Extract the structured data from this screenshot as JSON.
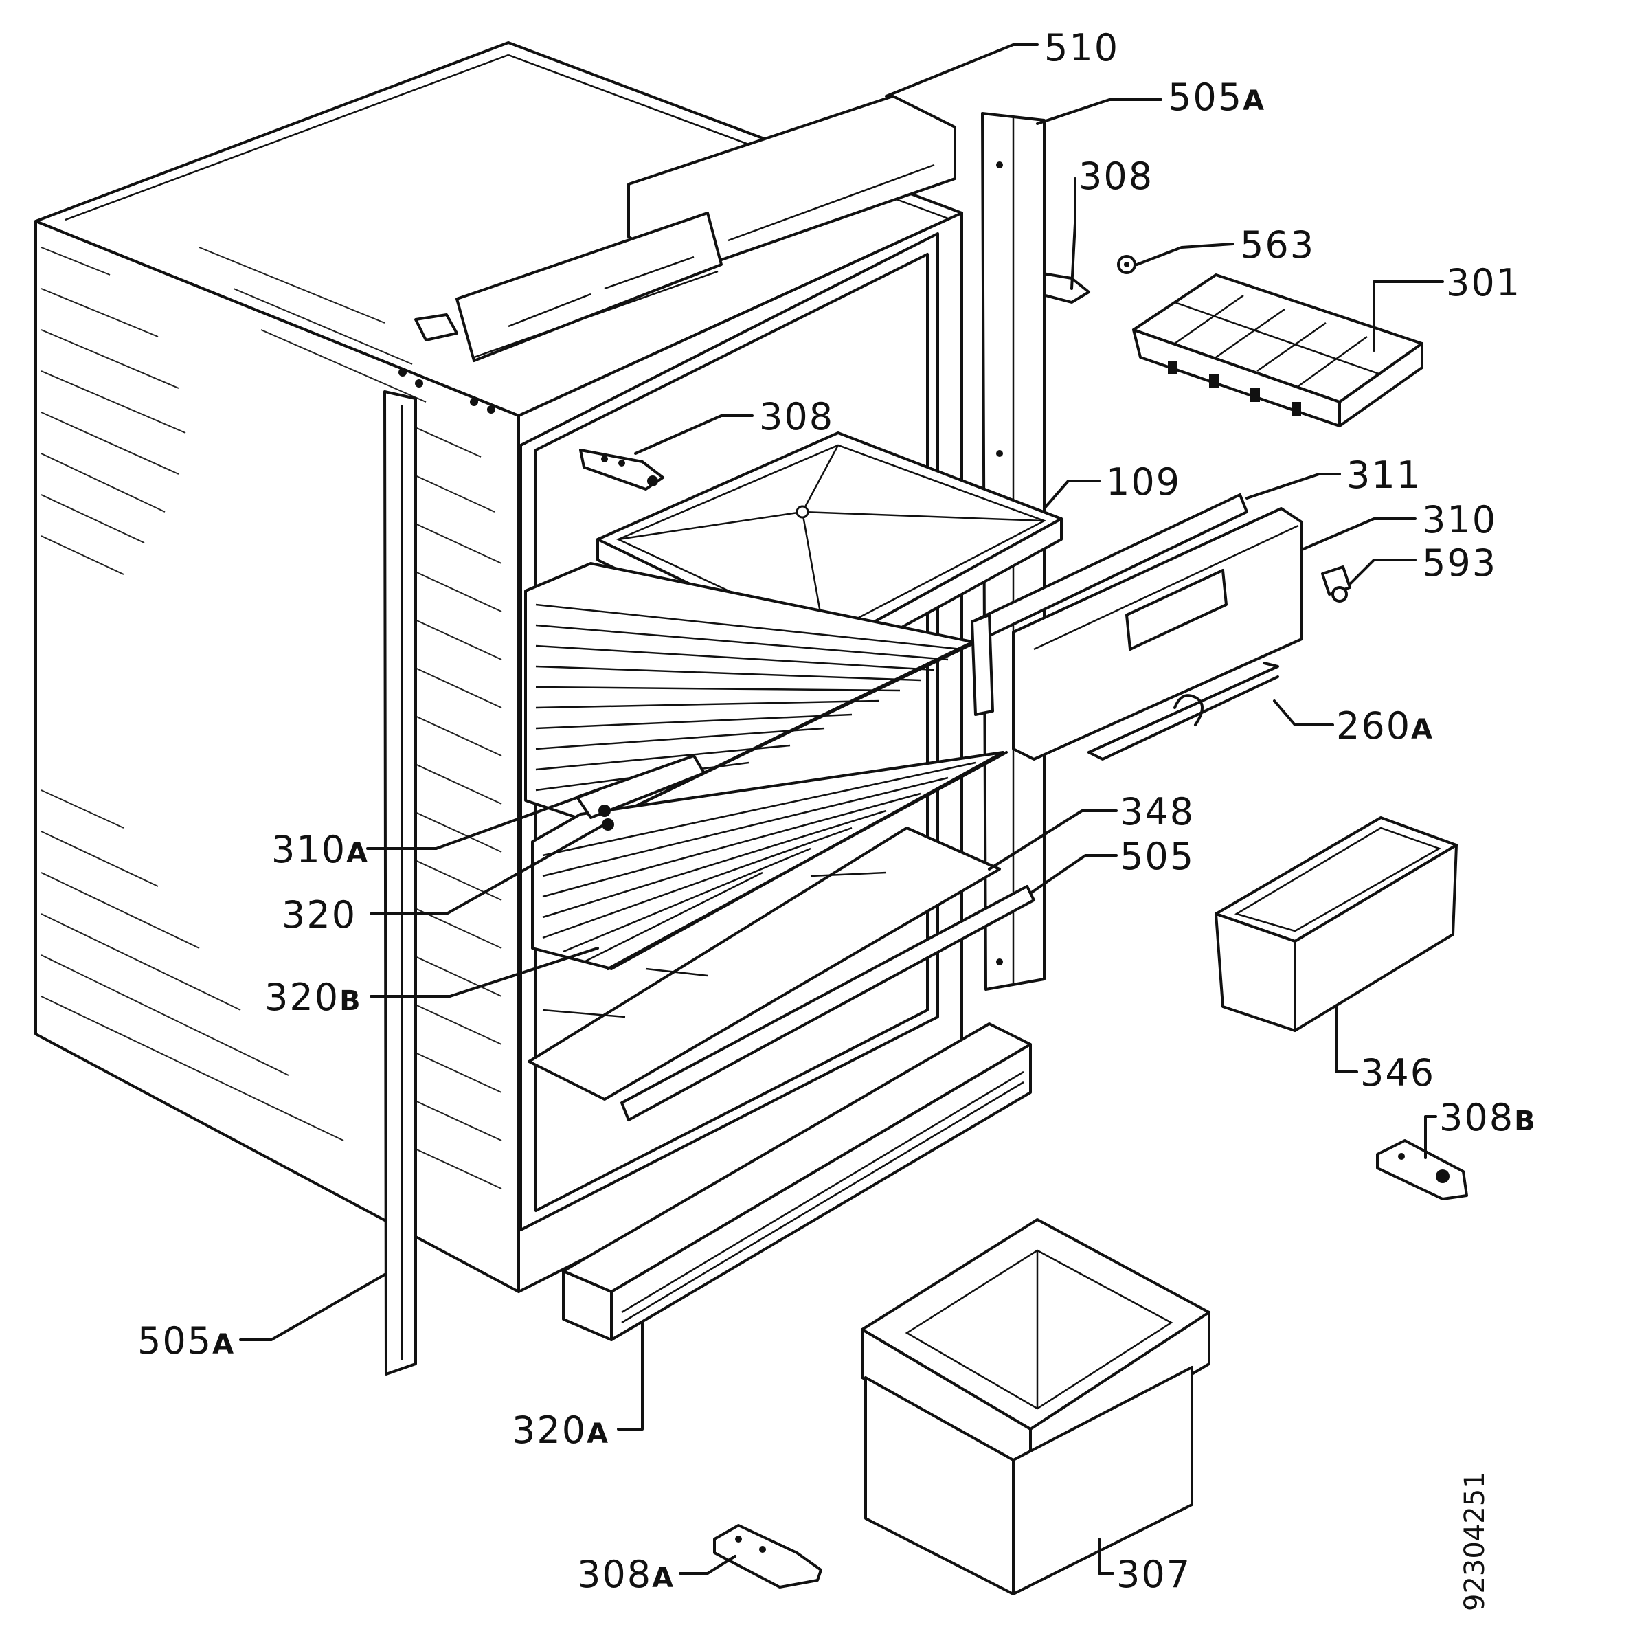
{
  "diagram": {
    "callouts": [
      {
        "id": "510",
        "main": "510",
        "suffix": ""
      },
      {
        "id": "505A-top",
        "main": "505",
        "suffix": "A"
      },
      {
        "id": "308-top",
        "main": "308",
        "suffix": ""
      },
      {
        "id": "563",
        "main": "563",
        "suffix": ""
      },
      {
        "id": "301",
        "main": "301",
        "suffix": ""
      },
      {
        "id": "308-mid",
        "main": "308",
        "suffix": ""
      },
      {
        "id": "109",
        "main": "109",
        "suffix": ""
      },
      {
        "id": "311",
        "main": "311",
        "suffix": ""
      },
      {
        "id": "310",
        "main": "310",
        "suffix": ""
      },
      {
        "id": "593",
        "main": "593",
        "suffix": ""
      },
      {
        "id": "260A",
        "main": "260",
        "suffix": "A"
      },
      {
        "id": "348",
        "main": "348",
        "suffix": ""
      },
      {
        "id": "505",
        "main": "505",
        "suffix": ""
      },
      {
        "id": "310A",
        "main": "310",
        "suffix": "A"
      },
      {
        "id": "320",
        "main": "320",
        "suffix": ""
      },
      {
        "id": "320B",
        "main": "320",
        "suffix": "B"
      },
      {
        "id": "346",
        "main": "346",
        "suffix": ""
      },
      {
        "id": "308B",
        "main": "308",
        "suffix": "B"
      },
      {
        "id": "505A-bottom",
        "main": "505",
        "suffix": "A"
      },
      {
        "id": "320A",
        "main": "320",
        "suffix": "A"
      },
      {
        "id": "308A",
        "main": "308",
        "suffix": "A"
      },
      {
        "id": "307",
        "main": "307",
        "suffix": ""
      }
    ],
    "drawing_number": "92304251"
  }
}
